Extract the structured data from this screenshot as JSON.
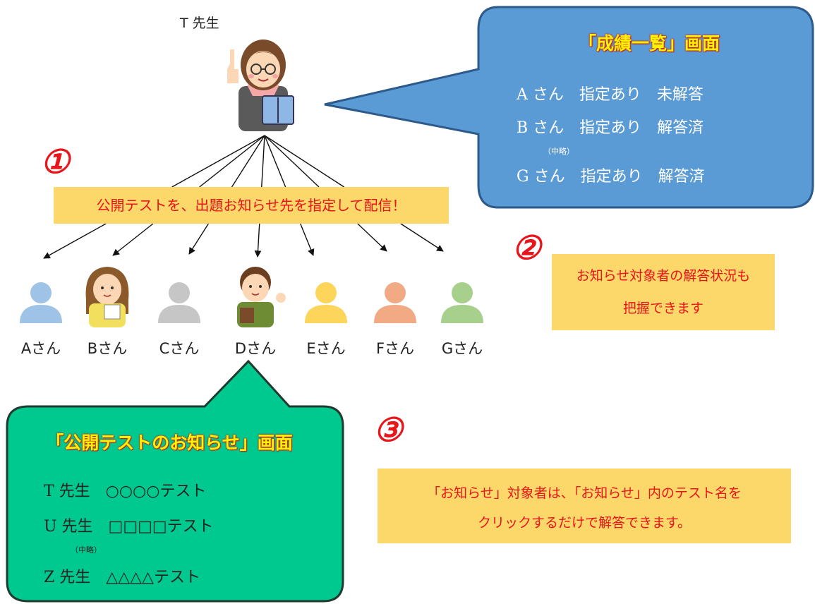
{
  "teacher": {
    "label": "T 先生"
  },
  "steps": [
    "①",
    "②",
    "③"
  ],
  "step1_banner": "公開テストを、出題お知らせ先を指定して配信！",
  "step2_box": {
    "line1": "お知らせ対象者の解答状況も",
    "line2": "把握できます"
  },
  "step3_box": {
    "line1": "「お知らせ」対象者は、「お知らせ」内のテスト名を",
    "line2": "クリックするだけで解答できます。"
  },
  "grades_screen": {
    "title": "「成績一覧」画面",
    "rows": [
      {
        "text": "A さん　指定あり　未解答"
      },
      {
        "text": "B さん　指定あり　解答済"
      },
      {
        "text": "G さん　指定あり　解答済"
      }
    ],
    "omitted": "（中略）"
  },
  "notice_screen": {
    "title": "「公開テストのお知らせ」画面",
    "rows": [
      {
        "text": "T 先生　○○○○テスト"
      },
      {
        "text": "U 先生　□□□□テスト"
      },
      {
        "text": "Z 先生　△△△△テスト"
      }
    ],
    "omitted": "（中略）"
  },
  "students": [
    {
      "name": "Aさん",
      "color": "#9fc3e6",
      "type": "silhouette"
    },
    {
      "name": "Bさん",
      "color": "#f2df5e",
      "type": "girl"
    },
    {
      "name": "Cさん",
      "color": "#c6c6c6",
      "type": "silhouette"
    },
    {
      "name": "Dさん",
      "color": "#6e8c33",
      "type": "boy"
    },
    {
      "name": "Eさん",
      "color": "#fcd55a",
      "type": "silhouette"
    },
    {
      "name": "Fさん",
      "color": "#f2aa84",
      "type": "silhouette"
    },
    {
      "name": "Gさん",
      "color": "#a8d08d",
      "type": "silhouette"
    }
  ],
  "colors": {
    "grades_bubble": "#5b9bd5",
    "notice_bubble": "#00c98f",
    "highlight_box": "#fcd769",
    "accent_red": "#e8151b",
    "title_yellow": "#fff200"
  }
}
